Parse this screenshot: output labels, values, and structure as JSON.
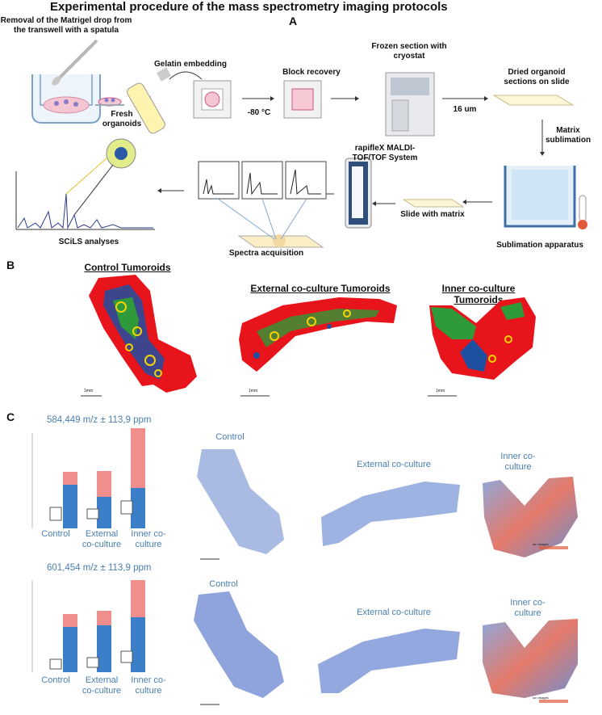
{
  "title": "Experimental procedure of the mass spectrometry imaging protocols",
  "panels": {
    "a": "A",
    "b": "B",
    "c": "C"
  },
  "panel_a": {
    "removal": "Removal of the Matrigel drop from the transwell with a spatula",
    "gelatin": "Gelatin embedding",
    "fresh": "Fresh organoids",
    "temp": "-80 °C",
    "block": "Block recovery",
    "frozen": "Frozen section with cryostat",
    "um": "16 um",
    "dried": "Dried organoid sections on slide",
    "matrix_sub": "Matrix sublimation",
    "sublimation_app": "Sublimation apparatus",
    "slide_matrix": "Slide with matrix",
    "maldi": "rapifleX MALDI-TOF/TOF System",
    "spectra": "Spectra acquisition",
    "scils": "SCiLS analyses"
  },
  "panel_b": {
    "control": "Control Tumoroids",
    "external": "External co-culture Tumoroids",
    "inner": "Inner co-culture Tumoroids",
    "scale": "1mm"
  },
  "panel_c": {
    "rows": [
      {
        "mz": "584,449 m/z ± 113,9 ppm"
      },
      {
        "mz": "601,454 m/z ± 113,9 ppm"
      }
    ],
    "groups": [
      "Control",
      "External co-culture",
      "Inner co-culture"
    ],
    "img_labels": [
      "Control",
      "External co-culture",
      "Inner co-culture"
    ],
    "legend": "Ion Images"
  }
}
